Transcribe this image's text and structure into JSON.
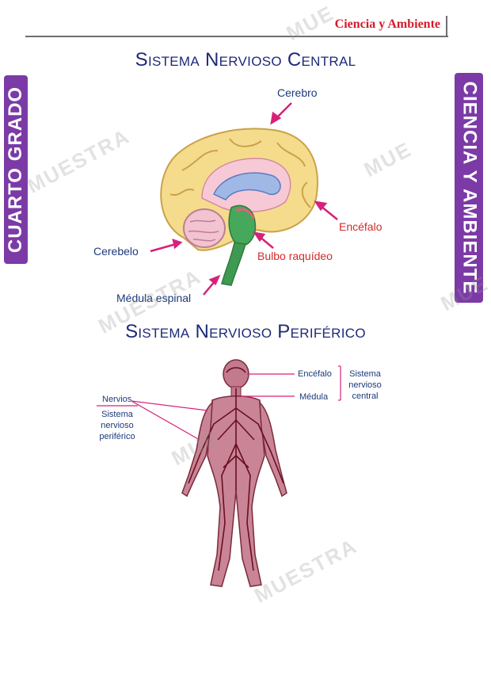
{
  "header": {
    "title": "Ciencia y Ambiente"
  },
  "side_tabs": {
    "left": "CUARTO GRADO",
    "right": "CIENCIA Y AMBIENTE"
  },
  "section1": {
    "title": "Sistema Nervioso Central",
    "labels": {
      "cerebro": "Cerebro",
      "encefalo": "Encéfalo",
      "cerebelo": "Cerebelo",
      "bulbo": "Bulbo raquídeo",
      "medula": "Médula espinal"
    }
  },
  "section2": {
    "title": "Sistema Nervioso Periférico",
    "labels": {
      "encefalo": "Encéfalo",
      "medula": "Médula",
      "snc_line1": "Sistema",
      "snc_line2": "nervioso",
      "snc_line3": "central",
      "nervios": "Nervios",
      "snp_line1": "Sistema",
      "snp_line2": "nervioso",
      "snp_line3": "periférico"
    }
  },
  "watermarks": [
    "MUE",
    "MUESTRA",
    "MUE",
    "MUESTRA",
    "MUE",
    "MUE",
    "MUESTRA"
  ],
  "colors": {
    "purple_tab": "#7b3aa6",
    "title_blue": "#1e2a78",
    "label_red": "#d42a2a",
    "arrow_pink": "#d6217a"
  }
}
